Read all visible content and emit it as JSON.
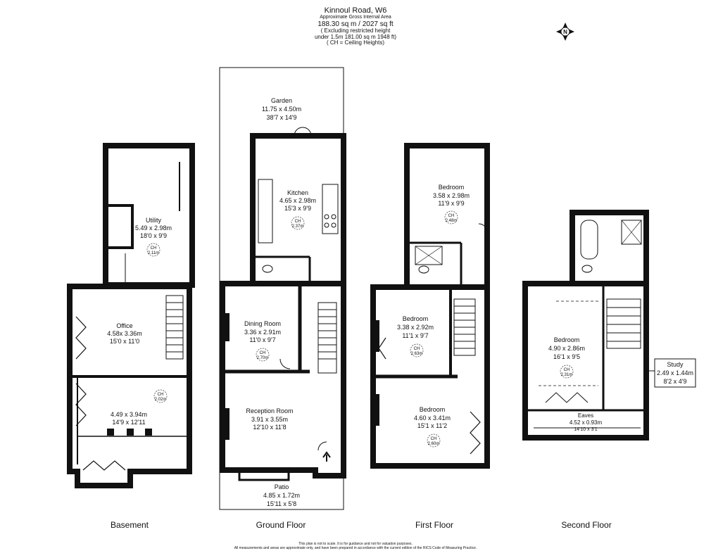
{
  "header": {
    "title": "Kinnoul Road, W6",
    "subtitle": "Approximate Gross Internal Area",
    "area": "188.30 sq m / 2027 sq ft",
    "excl_line1": "( Excluding restricted height",
    "excl_line2": "under 1.5m  181.00 sq m  1948 ft)",
    "ch_note": "( CH = Ceiling Heights)"
  },
  "compass": {
    "icon": "compass-north-icon",
    "letter": "N"
  },
  "floors": {
    "basement": {
      "label": "Basement",
      "utility": {
        "name": "Utility",
        "metric": "5.49 x 2.98m",
        "imperial": "18'0 x 9'9",
        "ch": "2.11m"
      },
      "office": {
        "name": "Office",
        "metric": "4.58x 3.36m",
        "imperial": "15'0 x 11'0"
      },
      "lower_room": {
        "metric": "4.49 x 3.94m",
        "imperial": "14'9 x 12'11",
        "ch": "2.02m"
      }
    },
    "ground": {
      "label": "Ground Floor",
      "garden": {
        "name": "Garden",
        "metric": "11.75 x 4.50m",
        "imperial": "38'7 x 14'9"
      },
      "kitchen": {
        "name": "Kitchen",
        "metric": "4.65 x 2.98m",
        "imperial": "15'3 x 9'9",
        "ch": "2.37m"
      },
      "dining": {
        "name": "Dining Room",
        "metric": "3.36 x 2.91m",
        "imperial": "11'0 x 9'7",
        "ch": "2.70m"
      },
      "reception": {
        "name": "Reception Room",
        "metric": "3.91 x 3.55m",
        "imperial": "12'10 x 11'8"
      },
      "patio": {
        "name": "Patio",
        "metric": "4.85 x 1.72m",
        "imperial": "15'11 x 5'8"
      }
    },
    "first": {
      "label": "First Floor",
      "bedroom_rear": {
        "name": "Bedroom",
        "metric": "3.58 x 2.98m",
        "imperial": "11'9 x 9'9",
        "ch": "2.48m"
      },
      "bedroom_mid": {
        "name": "Bedroom",
        "metric": "3.38 x 2.92m",
        "imperial": "11'1 x 9'7",
        "ch": "2.63m"
      },
      "bedroom_front": {
        "name": "Bedroom",
        "metric": "4.60 x 3.41m",
        "imperial": "15'1 x 11'2",
        "ch": "2.60m"
      }
    },
    "second": {
      "label": "Second Floor",
      "bedroom": {
        "name": "Bedroom",
        "metric": "4.90 x 2.86m",
        "imperial": "16'1 x 9'5",
        "ch": "2.31m"
      },
      "eaves": {
        "name": "Eaves",
        "metric": "4.52 x 0.93m",
        "imperial": "14'10 x 3'1"
      },
      "study": {
        "name": "Study",
        "metric": "2.49 x 1.44m",
        "imperial": "8'2 x 4'9"
      }
    }
  },
  "ch_prefix": "CH",
  "footer": {
    "line1": "This plan is not to scale. It is for guidance and not for valuation purposes.",
    "line2": "All measurements and areas are approximate only, and have been prepared in accordance with the current edition of the RICS Code of Measuring Practice."
  }
}
